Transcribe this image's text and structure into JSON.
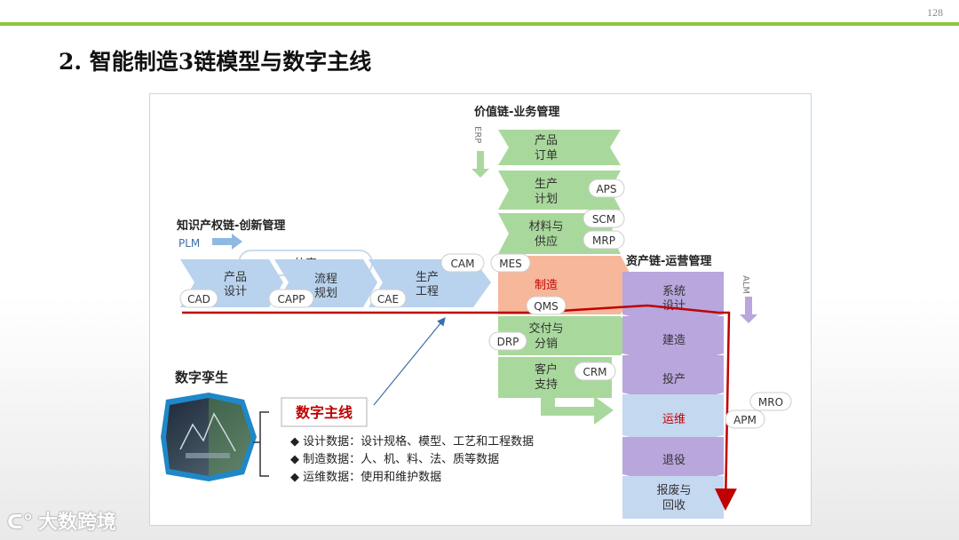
{
  "page_number": "128",
  "title": "2. 智能制造3链模型与数字主线",
  "value_chain": {
    "title": "价值链-业务管理",
    "side": "ERP",
    "stages": [
      "产品\n订单",
      "生产\n计划",
      "材料与\n供应",
      "制造",
      "交付与\n分销",
      "客户\n支持"
    ],
    "tags": [
      "APS",
      "SCM",
      "MRP",
      "MES",
      "QMS",
      "DRP",
      "CRM"
    ]
  },
  "ip_chain": {
    "title": "知识产权链-创新管理",
    "side": "PLM",
    "stages": [
      "产品\n设计",
      "流程\n规划",
      "生产\n工程"
    ],
    "sim": "仿真",
    "tags": [
      "CAD",
      "CAPP",
      "CAE",
      "CAM"
    ]
  },
  "asset_chain": {
    "title": "资产链-运营管理",
    "side": "ALM",
    "stages": [
      "系统\n设计",
      "建造",
      "投产",
      "运维",
      "退役",
      "报废与\n回收"
    ],
    "tags": [
      "MRO",
      "APM"
    ]
  },
  "digital_twin": {
    "label": "数字孪生"
  },
  "digital_thread": {
    "label": "数字主线",
    "items": [
      "设计数据：设计规格、模型、工艺和工程数据",
      "制造数据：人、机、料、法、质等数据",
      "运维数据：使用和维护数据"
    ]
  },
  "watermark": "大数跨境",
  "colors": {
    "accent_green": "#8dc63f",
    "value_green": "#a9d89c",
    "ip_blue": "#b9d3ee",
    "asset_purple": "#b8a6dd",
    "mfg_orange": "#f6b79b",
    "thread_red": "#c00000"
  }
}
